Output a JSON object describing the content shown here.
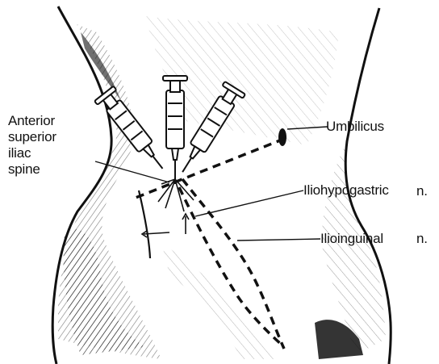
{
  "labels": {
    "asis_line1": "Anterior",
    "asis_line2": "superior",
    "asis_line3": "iliac",
    "asis_line4": "spine",
    "umbilicus": "Umbilicus",
    "iliohypogastric": "Iliohypogastric",
    "iliohypogastric_suffix": "n.",
    "ilioinguinal": "Ilioinguinal",
    "ilioinguinal_suffix": "n."
  },
  "colors": {
    "ink": "#111111",
    "background": "#ffffff"
  }
}
